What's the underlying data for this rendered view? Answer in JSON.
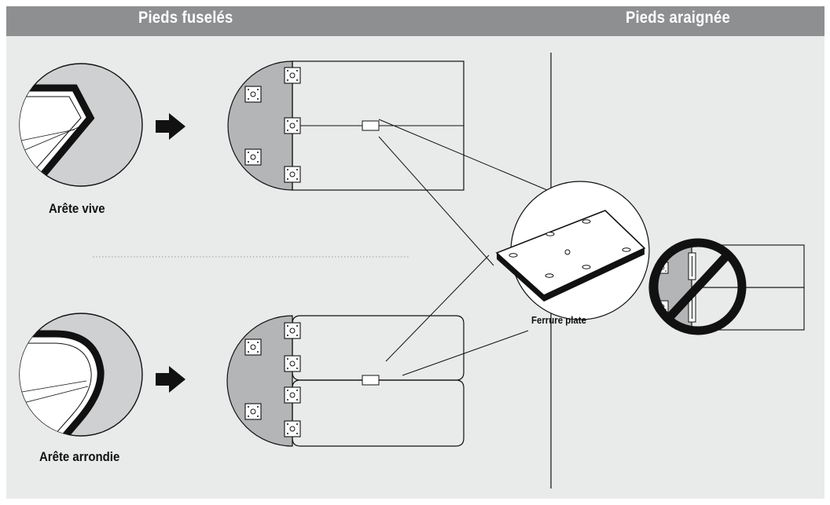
{
  "header": {
    "left_title": "Pieds fuselés",
    "right_title": "Pieds araignée"
  },
  "captions": {
    "sharp_edge": "Arête vive",
    "rounded_edge": "Arête arrondie",
    "flat_bracket": "Ferrure plate"
  },
  "colors": {
    "header_bar": "#8d8f91",
    "panel": "#e9eaea",
    "tile_gray": "#b4b5b7",
    "prohibition": "#111111"
  },
  "icons": {
    "arrow": "arrow-right-icon",
    "prohibited": "prohibition-icon"
  }
}
